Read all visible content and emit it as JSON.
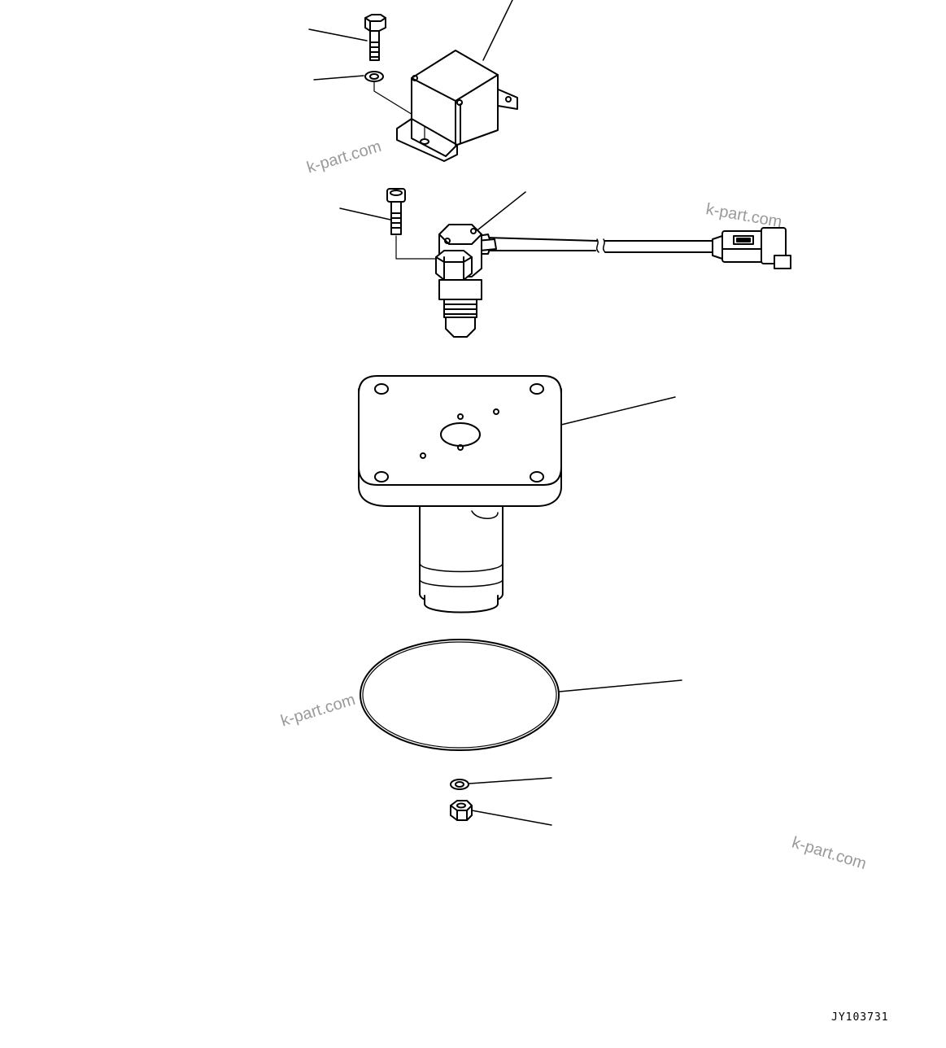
{
  "diagram": {
    "drawing_code": "JY103731",
    "watermarks": [
      "k-part.com",
      "k-part.com",
      "k-part.com",
      "k-part.com"
    ],
    "parts": [
      {
        "name": "bolt-1"
      },
      {
        "name": "washer-1"
      },
      {
        "name": "cover-bracket"
      },
      {
        "name": "bolt-2"
      },
      {
        "name": "sensor-with-harness"
      },
      {
        "name": "flange-housing"
      },
      {
        "name": "o-ring"
      },
      {
        "name": "washer-2"
      },
      {
        "name": "nut"
      }
    ]
  }
}
